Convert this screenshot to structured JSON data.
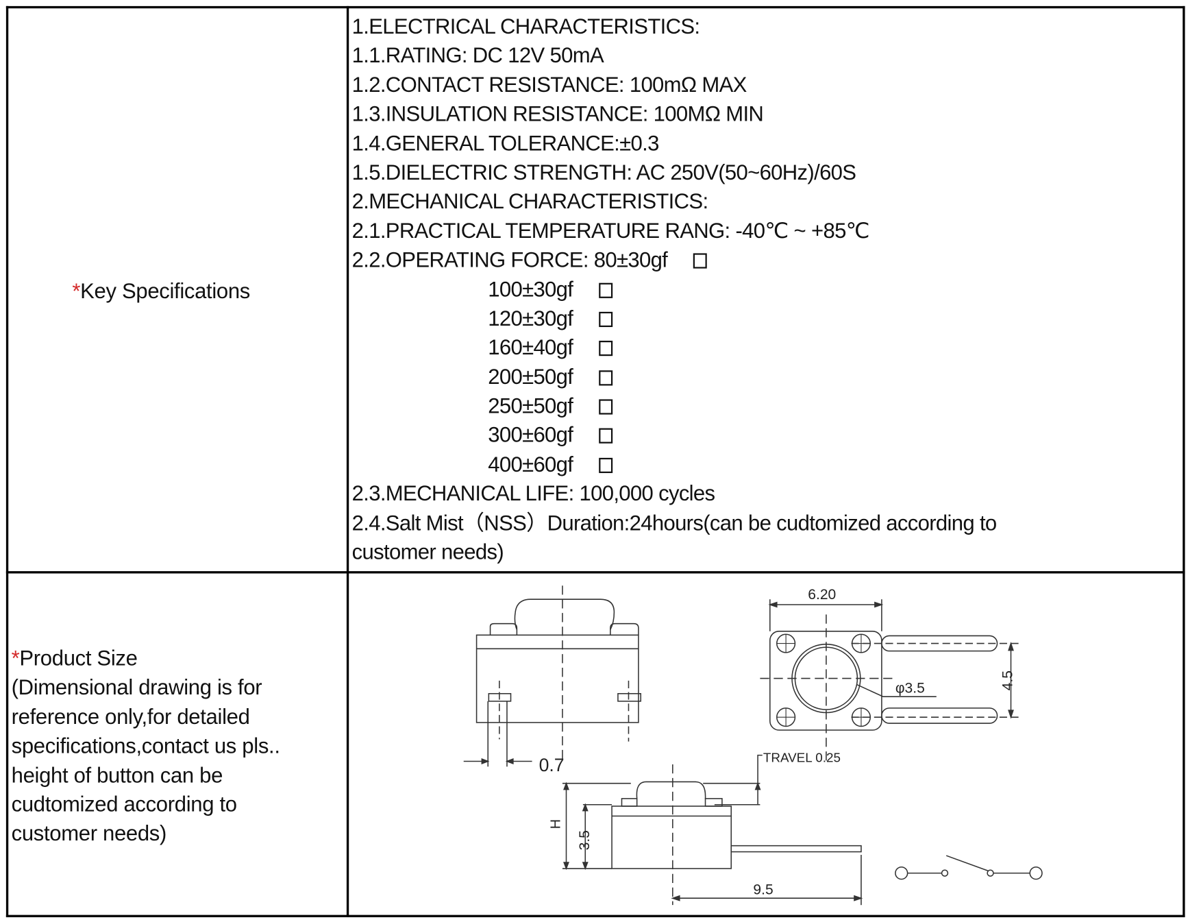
{
  "rows": [
    {
      "label": "Key Specifications",
      "required_mark": "*",
      "lines": [
        {
          "text": "1.ELECTRICAL CHARACTERISTICS:"
        },
        {
          "text": "1.1.RATING: DC 12V 50mA"
        },
        {
          "text": "1.2.CONTACT RESISTANCE: 100mΩ MAX"
        },
        {
          "text": "1.3.INSULATION RESISTANCE: 100MΩ MIN"
        },
        {
          "text": "1.4.GENERAL TOLERANCE:±0.3"
        },
        {
          "text": "1.5.DIELECTRIC STRENGTH: AC 250V(50~60Hz)/60S"
        },
        {
          "text": "2.MECHANICAL CHARACTERISTICS:"
        },
        {
          "text": "2.1.PRACTICAL TEMPERATURE RANG: -40℃ ~ +85℃"
        },
        {
          "text": "2.2.OPERATING FORCE: 80±30gf",
          "checkbox": true
        },
        {
          "text": "100±30gf",
          "checkbox": true,
          "indent": true
        },
        {
          "text": "120±30gf",
          "checkbox": true,
          "indent": true
        },
        {
          "text": "160±40gf",
          "checkbox": true,
          "indent": true
        },
        {
          "text": "200±50gf",
          "checkbox": true,
          "indent": true
        },
        {
          "text": "250±50gf",
          "checkbox": true,
          "indent": true
        },
        {
          "text": "300±60gf",
          "checkbox": true,
          "indent": true
        },
        {
          "text": "400±60gf",
          "checkbox": true,
          "indent": true
        },
        {
          "text": "2.3.MECHANICAL LIFE: 100,000 cycles"
        },
        {
          "text": "2.4.Salt Mist（NSS）Duration:24hours(can be cudtomized according to"
        },
        {
          "text": "customer needs)"
        }
      ]
    },
    {
      "label": "Product Size",
      "required_mark": "*",
      "note_lines": [
        "(Dimensional drawing is for",
        "reference only,for detailed",
        "specifications,contact us pls..",
        "height of button can be",
        "cudtomized according to",
        "customer needs)"
      ],
      "drawing": {
        "dim_width": "6.20",
        "dim_pin_pitch": "4.5",
        "dim_diameter": "φ3.5",
        "dim_slot": "0.7",
        "dim_travel": "TRAVEL 0.25",
        "dim_height_label": "H",
        "dim_body_height": "3.5",
        "dim_length": "9.5"
      }
    }
  ],
  "colors": {
    "required_mark": "#d42a2a",
    "border": "#000000"
  }
}
